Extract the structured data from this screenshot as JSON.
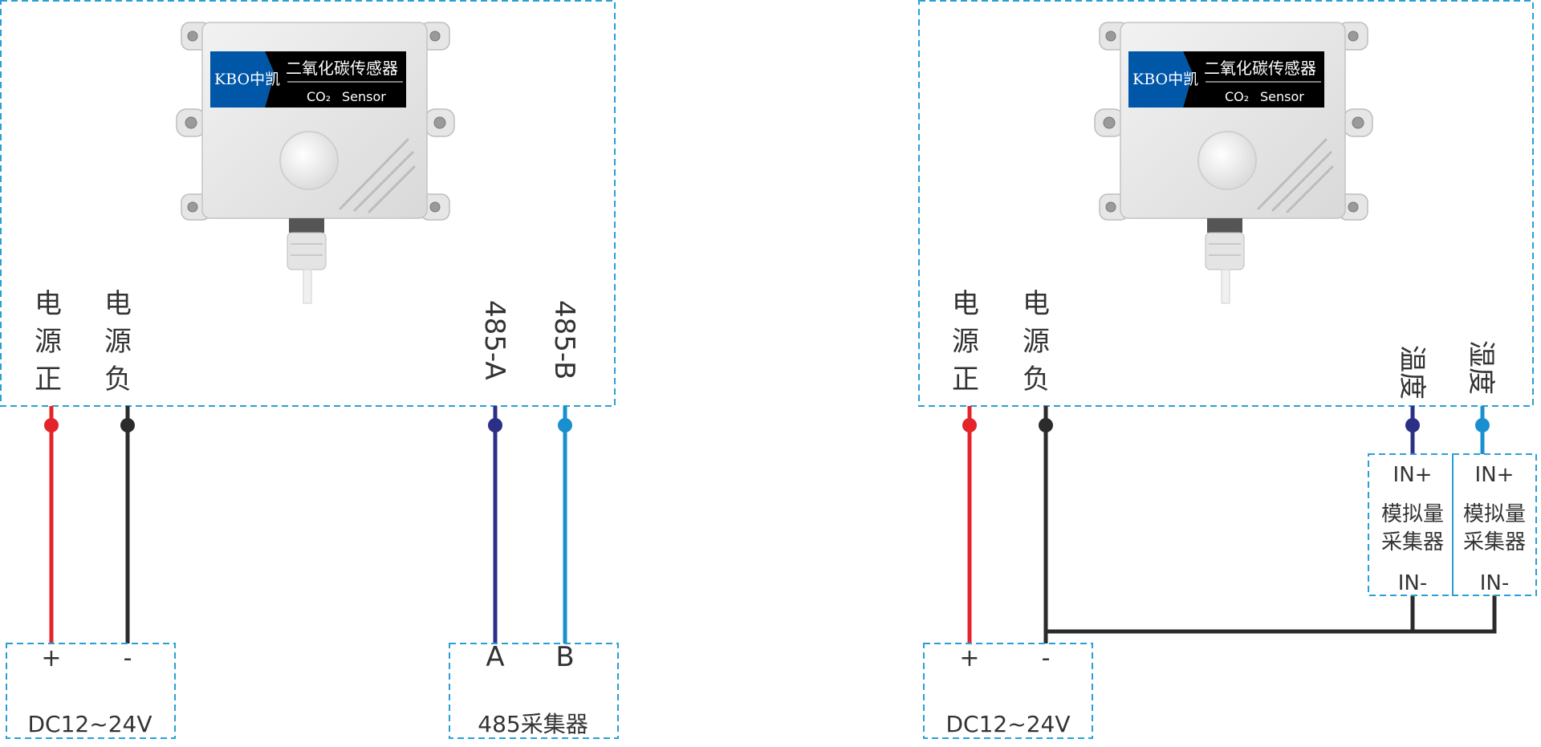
{
  "colors": {
    "box_border": "#2a9fd6",
    "wire_red": "#e3242b",
    "wire_black": "#2b2b2b",
    "wire_navy": "#2b2f86",
    "wire_cyan": "#1a8fd0",
    "label_bg_blue": "#0057a8",
    "label_bg_black": "#000000"
  },
  "sensor": {
    "brand": "KBO中凯",
    "name_cn": "二氧化碳传感器",
    "name_en_prefix": "CO₂",
    "name_en": "Sensor"
  },
  "left_diagram": {
    "power_pos": [
      "电",
      "源",
      "正"
    ],
    "power_neg": [
      "电",
      "源",
      "负"
    ],
    "rs485_a": "485-A",
    "rs485_b": "485-B",
    "supply_plus": "+",
    "supply_minus": "-",
    "supply_label": "DC12~24V",
    "collector_a": "A",
    "collector_b": "B",
    "collector_label": "485采集器"
  },
  "right_diagram": {
    "power_pos": [
      "电",
      "源",
      "正"
    ],
    "power_neg": [
      "电",
      "源",
      "负"
    ],
    "temp_label": "温度",
    "humid_label": "湿度",
    "supply_plus": "+",
    "supply_minus": "-",
    "supply_label": "DC12~24V",
    "collector1": {
      "in_plus": "IN+",
      "title1": "模拟量",
      "title2": "采集器",
      "in_minus": "IN-"
    },
    "collector2": {
      "in_plus": "IN+",
      "title1": "模拟量",
      "title2": "采集器",
      "in_minus": "IN-"
    }
  }
}
